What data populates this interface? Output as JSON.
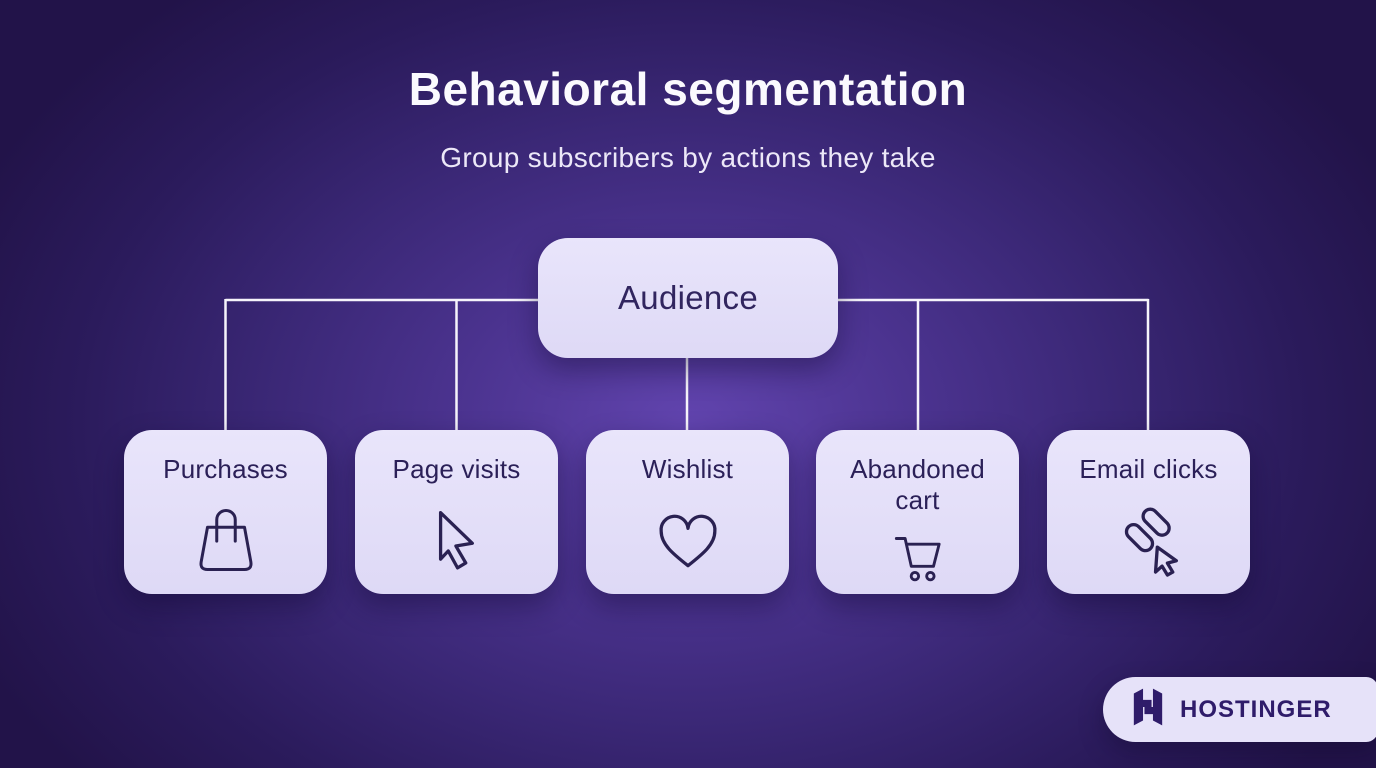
{
  "header": {
    "title": "Behavioral segmentation",
    "subtitle": "Group subscribers by actions they take"
  },
  "diagram": {
    "type": "tree",
    "root": {
      "label": "Audience"
    },
    "children": [
      {
        "label": "Purchases",
        "icon": "shopping-bag-icon"
      },
      {
        "label": "Page visits",
        "icon": "cursor-icon"
      },
      {
        "label": "Wishlist",
        "icon": "heart-icon"
      },
      {
        "label": "Abandoned cart",
        "icon": "shopping-cart-icon"
      },
      {
        "label": "Email clicks",
        "icon": "link-click-icon"
      }
    ]
  },
  "branding": {
    "logo_text": "HOSTINGER",
    "logo_icon": "hostinger-h-icon"
  },
  "colors": {
    "background_center": "#6144ae",
    "background_edge": "#221349",
    "node_fill": "#e4e0f8",
    "node_text": "#2b2058",
    "connector_line": "#f6f4fb",
    "icon_stroke": "#2a2152",
    "title_text": "#fbfafe",
    "brand_text": "#2f1c6a"
  }
}
